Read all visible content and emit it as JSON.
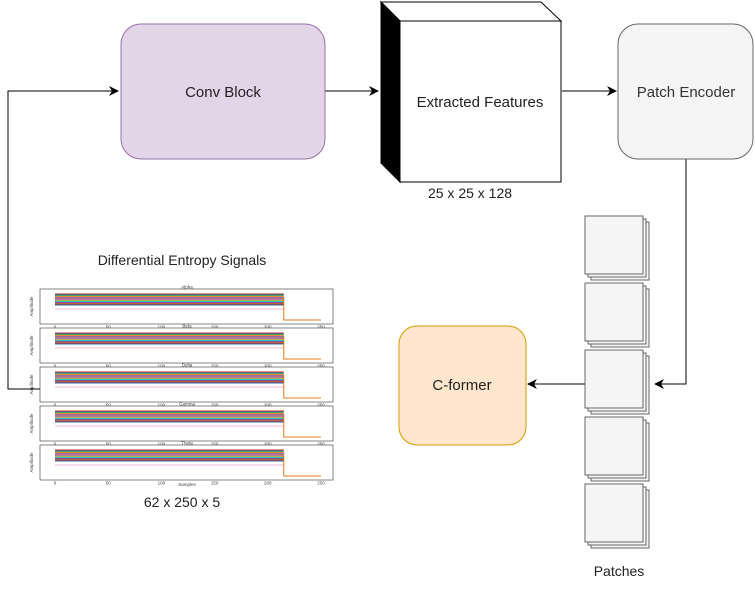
{
  "nodes": {
    "conv_block": {
      "label": "Conv Block",
      "fill": "#e1d5e7",
      "stroke": "#9673a6"
    },
    "extracted_features": {
      "label": "Extracted Features",
      "dims": "25 x 25 x 128"
    },
    "patch_encoder": {
      "label": "Patch Encoder",
      "fill": "#f5f5f5",
      "stroke": "#666666"
    },
    "cformer": {
      "label": "C-former",
      "fill": "#ffe6cc",
      "stroke": "#d79b00"
    }
  },
  "de_signals": {
    "title": "Differential Entropy Signals",
    "dims": "62 x 250 x 5",
    "bands": [
      "Alpha",
      "Beta",
      "Delta",
      "Gamma",
      "Theta"
    ],
    "x_axis_label": "Samples",
    "y_axis_label": "Amplitude",
    "x_ticks": [
      "0",
      "50",
      "100",
      "150",
      "200",
      "250"
    ],
    "drop_at_sample": 215
  },
  "patches": {
    "label": "Patches",
    "count": 5
  },
  "colors": {
    "edge": "#000000",
    "patch_fill": "#f5f5f5",
    "patch_stroke": "#666666"
  }
}
